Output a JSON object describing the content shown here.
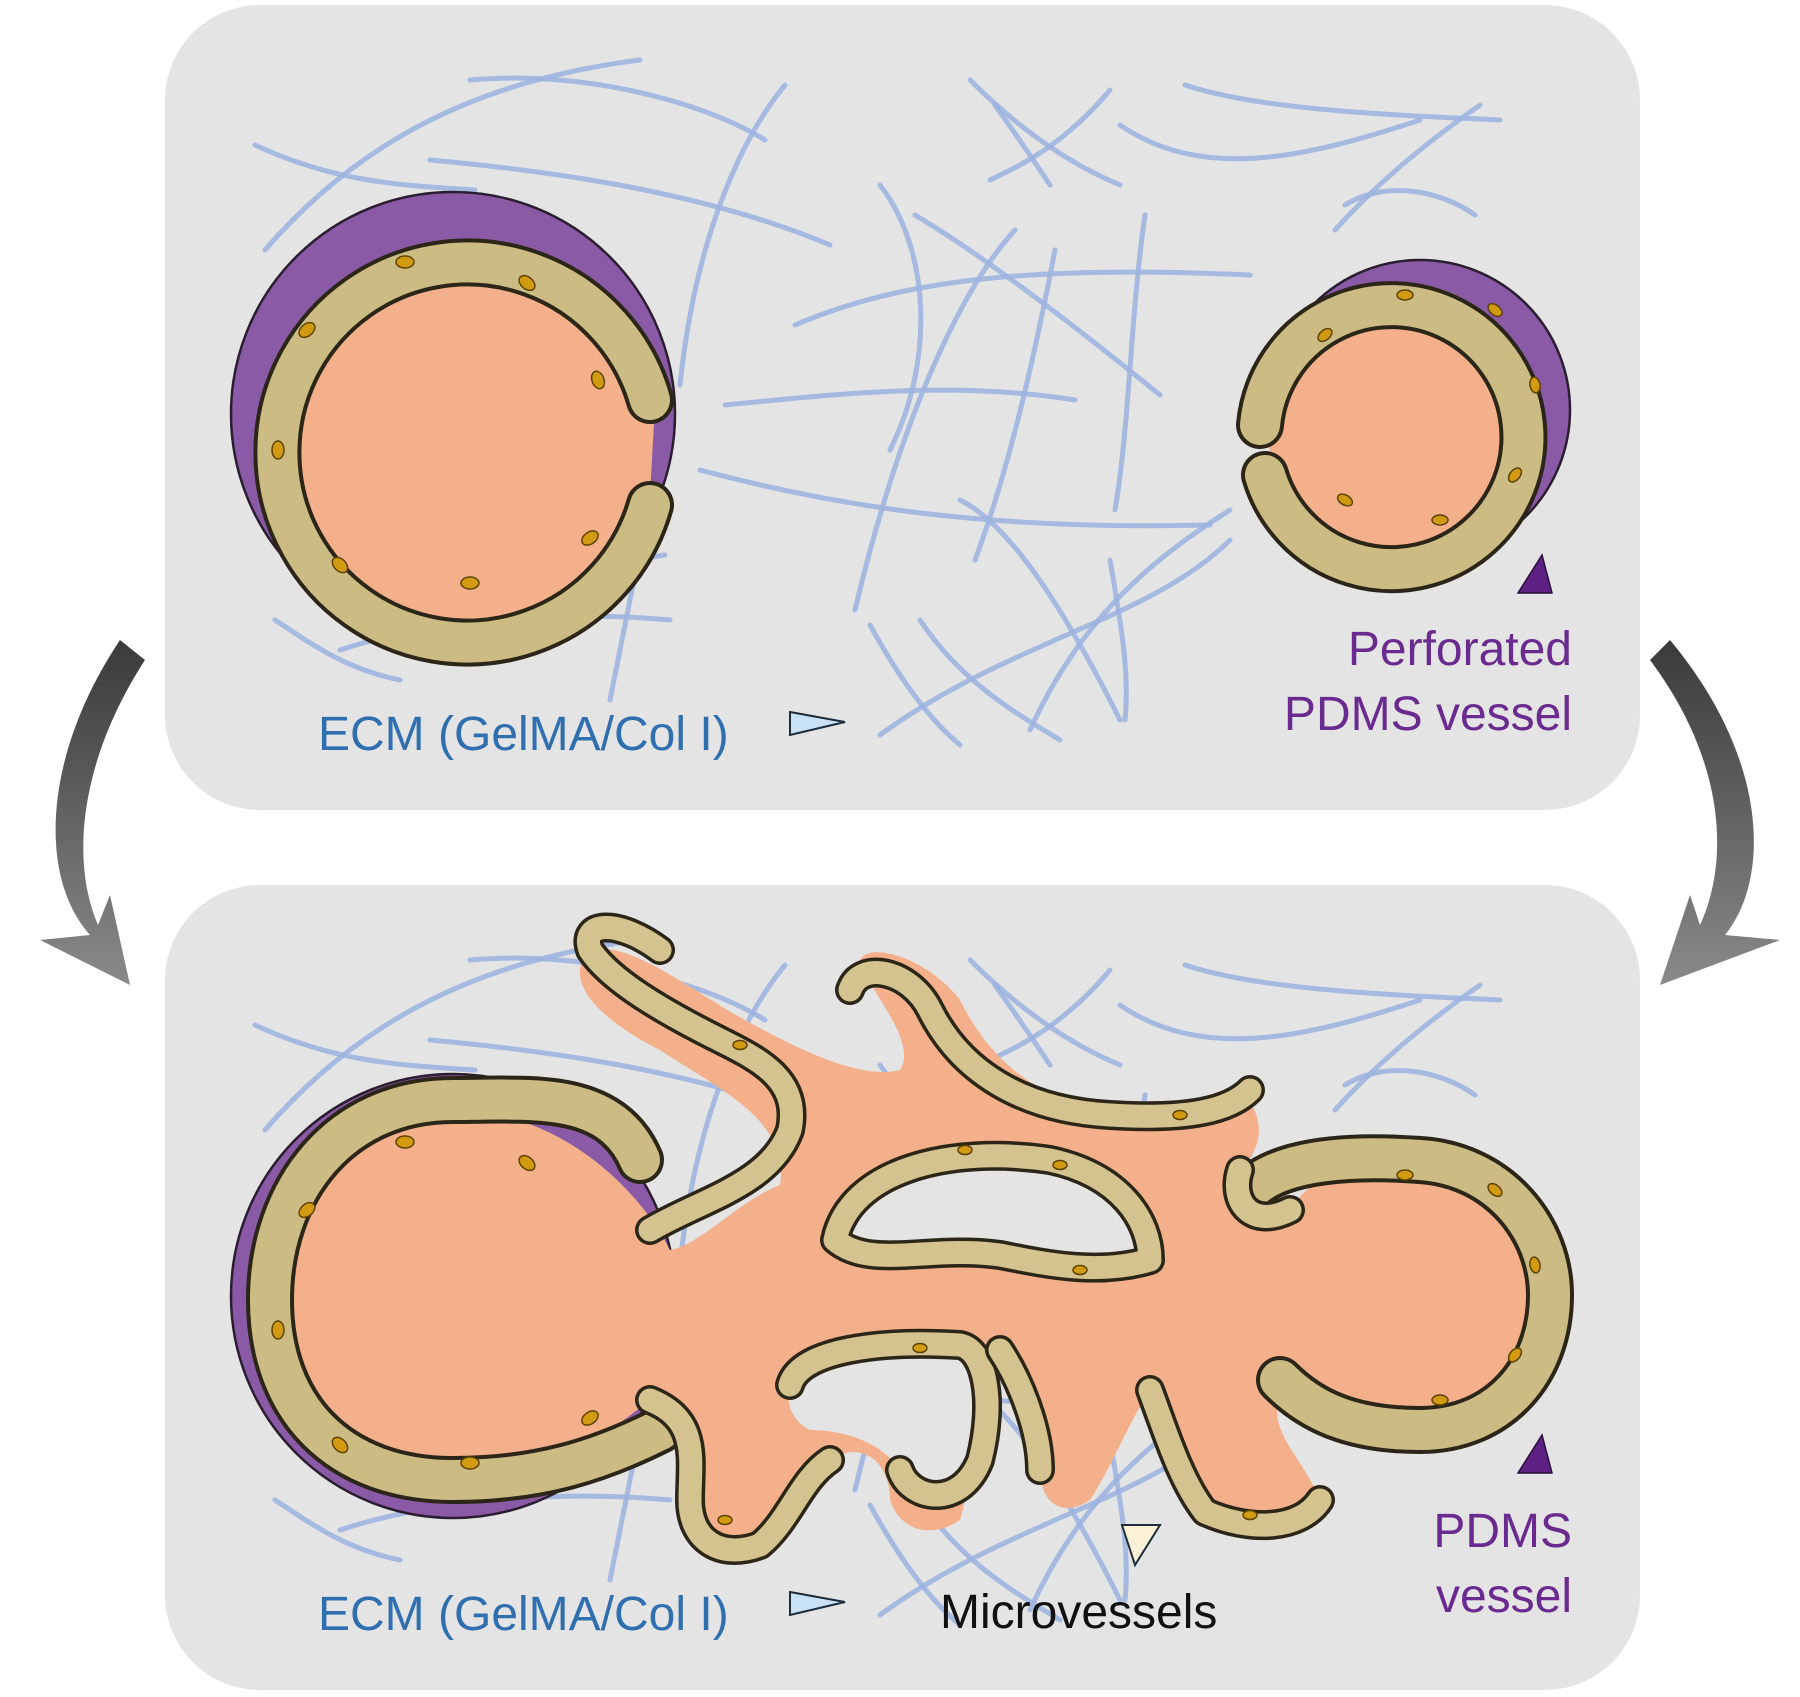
{
  "top_panel": {
    "ecm_label": "ECM (GelMA/Col I)",
    "pdms_label_line1": "Perforated",
    "pdms_label_line2": "PDMS vessel"
  },
  "bottom_panel": {
    "ecm_label": "ECM (GelMA/Col I)",
    "pdms_label_line1": "PDMS",
    "pdms_label_line2": "vessel",
    "microvessels_label": "Microvessels"
  },
  "colors": {
    "panel_background": "#e4e4e4",
    "ecm_fibers": "#9db4e0",
    "ecm_text": "#2f6fb0",
    "pdms_text_and_marker": "#6a2a8f",
    "pdms_ring": "#8b5aa6",
    "lumen": "#f3b08a",
    "endothelial_cells": "#cdbb84",
    "nuclei": "#d29a10",
    "ecm_marker": "#c9e2f5",
    "microvessel_marker": "#fbf1d6",
    "arrows": "#5a5a5a"
  }
}
